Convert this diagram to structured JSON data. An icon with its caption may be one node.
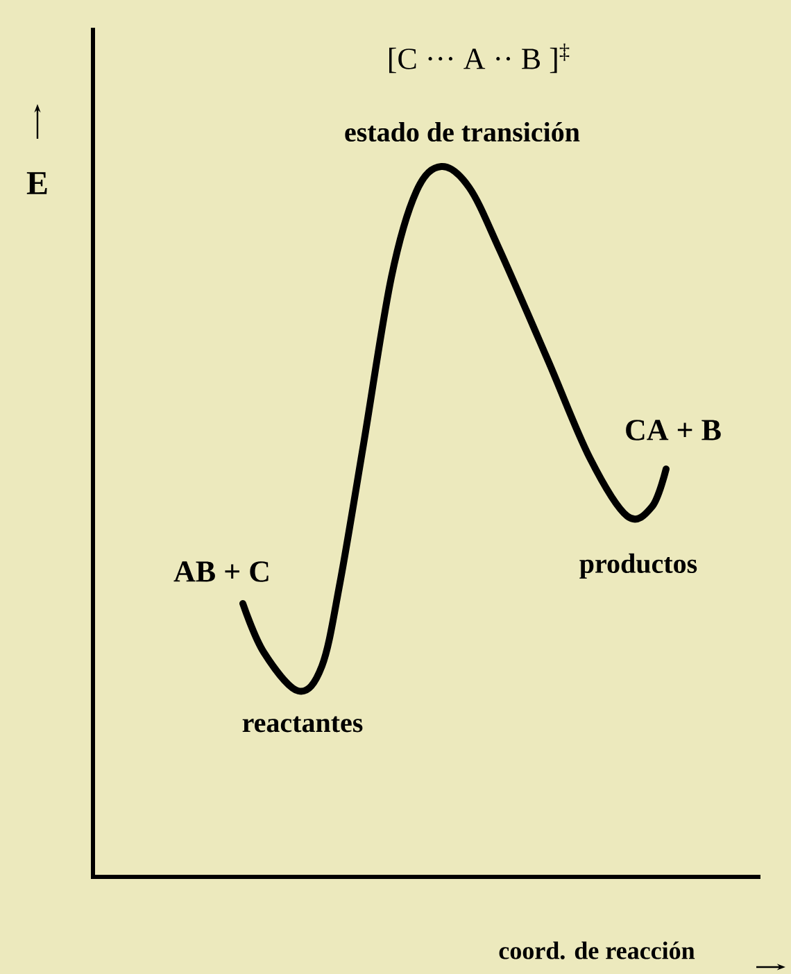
{
  "diagram": {
    "labels": [
      "[C ··· A ·· B ]$^{‡}$",
      "estado de transición",
      "E",
      "CA +  B",
      "AB  +  C",
      "productos",
      "reactantes",
      "coord. de reacción"
    ]
  }
}
